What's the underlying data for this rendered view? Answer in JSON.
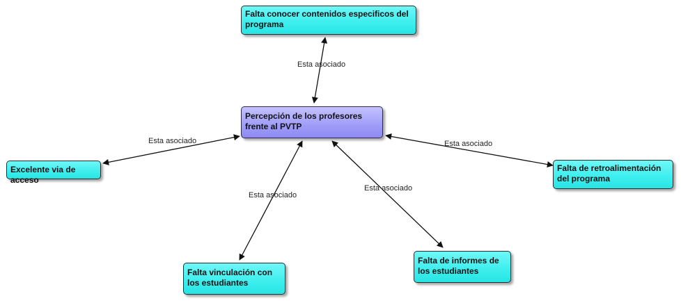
{
  "nodes": {
    "center": "Percepción de los profesores frente al PVTP",
    "top": "Falta conocer contenidos especificos del programa",
    "left": "Excelente via de acceso",
    "right": "Falta de retroalimentación del programa",
    "bottom_left": "Falta vinculación con los estudiantes",
    "bottom_right": "Falta de informes de los estudiantes"
  },
  "edge_labels": {
    "top": "Esta asociado",
    "left": "Esta asociado",
    "right": "Esta asociado",
    "bottom_left": "Esta asociado",
    "bottom_right": "Esta asociado"
  },
  "colors": {
    "concept_fill": "#3deeee",
    "center_fill": "#9f9cf8",
    "border": "#2b2b2b",
    "line": "#111111"
  }
}
